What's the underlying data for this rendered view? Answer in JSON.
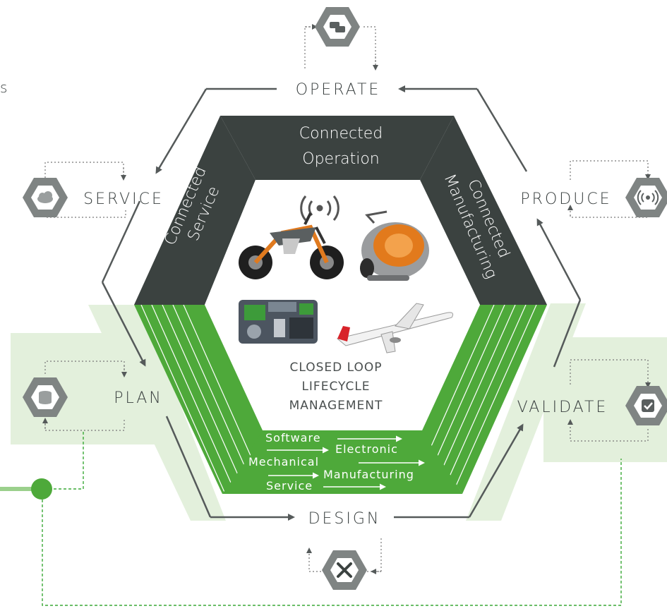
{
  "left_edge_fragment": "s",
  "stages": {
    "operate": "OPERATE",
    "produce": "PRODUCE",
    "validate": "VALIDATE",
    "design": "DESIGN",
    "plan": "PLAN",
    "service": "SERVICE"
  },
  "segments": {
    "operation_line1": "Connected",
    "operation_line2": "Operation",
    "service_line1": "Connected",
    "service_line2": "Service",
    "manufacturing_line1": "Connected",
    "manufacturing_line2": "Manufacturing"
  },
  "center": {
    "line1": "CLOSED LOOP",
    "line2": "LIFECYCLE",
    "line3": "MANAGEMENT"
  },
  "disciplines": [
    "Software",
    "Electronic",
    "Mechanical",
    "Manufacturing",
    "Service"
  ],
  "icons": {
    "operate": "cars-icon",
    "produce": "broadcast-icon",
    "validate": "checkmark-icon",
    "design": "tools-icon",
    "plan": "database-icon",
    "service": "cloud-wrench-icon",
    "center": "wireless-signal-icon"
  },
  "colors": {
    "dark": "#3b4240",
    "green": "#4ea93a",
    "light_green": "#e3f0dc",
    "icon_grey": "#7f8483"
  }
}
